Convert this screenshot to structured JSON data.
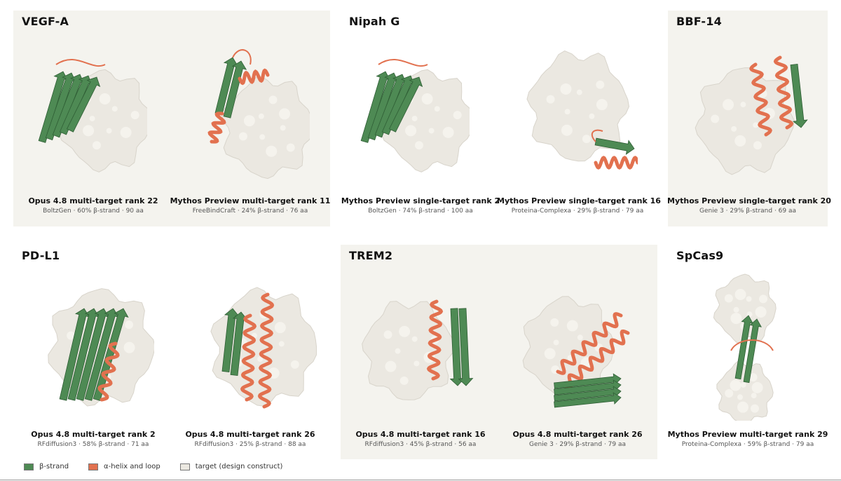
{
  "colors": {
    "strand": "#4e8a54",
    "helix": "#e2714f",
    "target": "#ebe8e1",
    "panel_bg": "#f4f3ee"
  },
  "panels": [
    {
      "title": "VEGF-A",
      "designs": [
        {
          "name": "Opus 4.8 multi-target rank 22",
          "meta": "BoltzGen · 60% β-strand · 90 aa",
          "strand_fraction": 0.6
        },
        {
          "name": "Mythos Preview multi-target rank 11",
          "meta": "FreeBindCraft · 24% β-strand · 76 aa",
          "strand_fraction": 0.24
        }
      ]
    },
    {
      "title": "Nipah G",
      "designs": [
        {
          "name": "Mythos Preview single-target rank 2",
          "meta": "BoltzGen · 74% β-strand · 100 aa",
          "strand_fraction": 0.74
        },
        {
          "name": "Mythos Preview single-target rank 16",
          "meta": "Proteina-Complexa · 29% β-strand · 79 aa",
          "strand_fraction": 0.29
        }
      ]
    },
    {
      "title": "BBF-14",
      "designs": [
        {
          "name": "Mythos Preview single-target rank 20",
          "meta": "Genie 3 · 29% β-strand · 69 aa",
          "strand_fraction": 0.29
        }
      ]
    },
    {
      "title": "PD-L1",
      "designs": [
        {
          "name": "Opus 4.8 multi-target rank 2",
          "meta": "RFdiffusion3 · 58% β-strand · 71 aa",
          "strand_fraction": 0.58
        },
        {
          "name": "Opus 4.8 multi-target rank 26",
          "meta": "RFdiffusion3 · 25% β-strand · 88 aa",
          "strand_fraction": 0.25
        }
      ]
    },
    {
      "title": "TREM2",
      "designs": [
        {
          "name": "Opus 4.8 multi-target rank 16",
          "meta": "RFdiffusion3 · 45% β-strand · 56 aa",
          "strand_fraction": 0.45
        },
        {
          "name": "Opus 4.8 multi-target rank 26",
          "meta": "Genie 3 · 29% β-strand · 79 aa",
          "strand_fraction": 0.29
        }
      ]
    },
    {
      "title": "SpCas9",
      "designs": [
        {
          "name": "Mythos Preview multi-target rank 29",
          "meta": "Proteina-Complexa · 59% β-strand · 79 aa",
          "strand_fraction": 0.59
        }
      ]
    }
  ],
  "legend": [
    {
      "label": "β-strand",
      "color": "#4e8a54"
    },
    {
      "label": "α-helix and loop",
      "color": "#e2714f"
    },
    {
      "label": "target (design construct)",
      "color": "#ebe8e1"
    }
  ]
}
